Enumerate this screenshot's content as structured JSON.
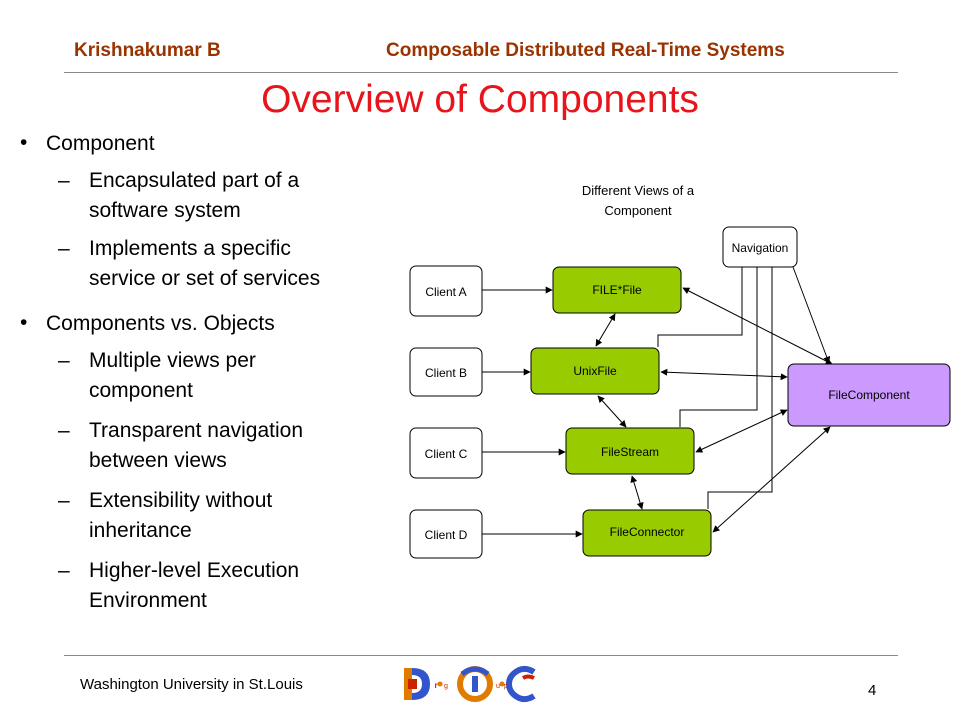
{
  "header": {
    "author": "Krishnakumar B",
    "course": "Composable Distributed Real-Time Systems"
  },
  "slide": {
    "title": "Overview of Components",
    "bullets": [
      {
        "text": "Component",
        "subs": [
          [
            "Encapsulated part of a",
            "software system"
          ],
          [
            "Implements a specific",
            "service or set of services"
          ]
        ]
      },
      {
        "text": "Components vs. Objects",
        "subs": [
          [
            "Multiple views per",
            "component"
          ],
          [
            "Transparent navigation",
            "between views"
          ],
          [
            "Extensibility without",
            "inheritance"
          ],
          [
            "Higher-level Execution",
            "Environment"
          ]
        ]
      }
    ]
  },
  "diagram": {
    "caption": [
      "Different Views of a",
      "Component"
    ],
    "clients": [
      "Client  A",
      "Client B",
      "Client C",
      "Client D"
    ],
    "views": [
      "FILE*File",
      "UnixFile",
      "FileStream",
      "FileConnector"
    ],
    "navigation": "Navigation",
    "component": "FileComponent",
    "colors": {
      "view_fill": "#99cc00",
      "component_fill": "#cc99ff",
      "client_fill": "#ffffff"
    }
  },
  "footer": {
    "institution": "Washington University in St.Louis",
    "page": "4",
    "logo": {
      "letters": [
        "D",
        "r",
        "O",
        "C"
      ],
      "small": [
        "g",
        "u",
        "p"
      ],
      "colors": [
        "#e07b00",
        "#cc2200",
        "#3355cc"
      ]
    }
  }
}
